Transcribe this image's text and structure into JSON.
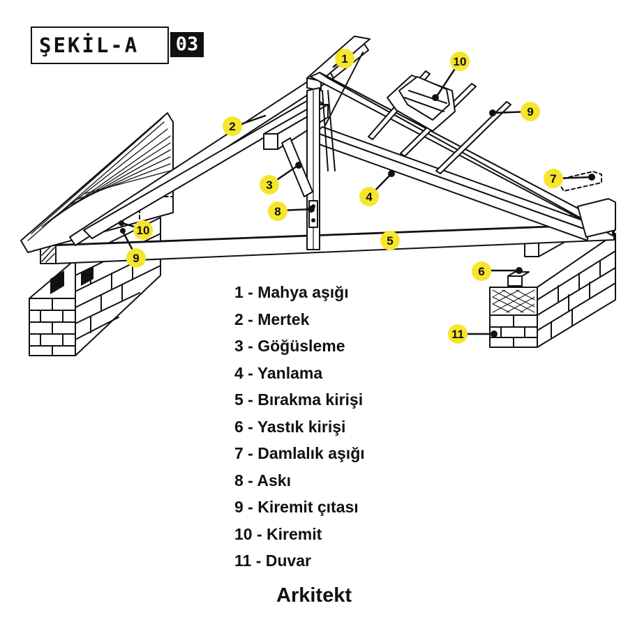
{
  "header": {
    "title": "ŞEKİL-A",
    "number": "03"
  },
  "legend": {
    "items": [
      "1 - Mahya aşığı",
      "2 - Mertek",
      "3 - Göğüsleme",
      "4 - Yanlama",
      "5 - Bırakma kirişi",
      "6 - Yastık kirişi",
      "7 - Damlalık aşığı",
      "8 - Askı",
      "9 - Kiremit çıtası",
      "10 - Kiremit",
      "11 - Duvar"
    ]
  },
  "callouts": [
    "1",
    "2",
    "3",
    "4",
    "5",
    "6",
    "7",
    "8",
    "9",
    "10",
    "9",
    "10",
    "11"
  ],
  "colors": {
    "badge": "#f6e52c",
    "ink": "#111111",
    "background": "#ffffff"
  },
  "brand": "Arkitekt"
}
